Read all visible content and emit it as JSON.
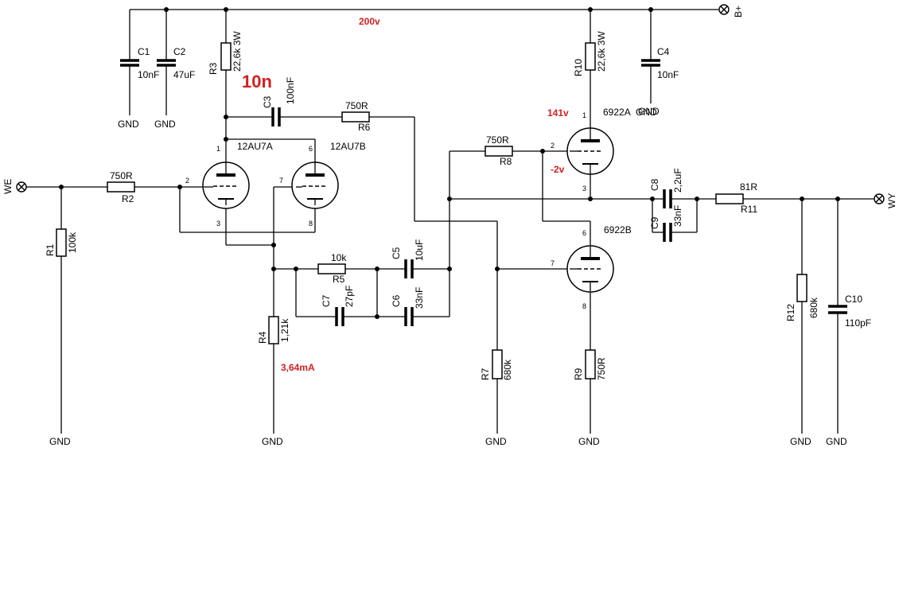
{
  "labels": {
    "supply_voltage": "200v",
    "b_plus": "B+",
    "input": "WE",
    "output": "WY",
    "gnd": "GND",
    "c3_note": "10n",
    "plate_voltage": "141v",
    "grid_voltage": "-2v",
    "cathode_current": "3,64mA"
  },
  "tubes": {
    "v1a": "12AU7A",
    "v1b": "12AU7B",
    "v2a": "6922A",
    "v2b": "6922B"
  },
  "pins": {
    "p1": "1",
    "p2": "2",
    "p3": "3",
    "p6": "6",
    "p7": "7",
    "p8": "8"
  },
  "components": {
    "R1": {
      "ref": "R1",
      "value": "100k"
    },
    "R2": {
      "ref": "R2",
      "value": "750R"
    },
    "R3": {
      "ref": "R3",
      "value": "22,6k 3W"
    },
    "R4": {
      "ref": "R4",
      "value": "1,21k"
    },
    "R5": {
      "ref": "R5",
      "value": "10k"
    },
    "R6": {
      "ref": "R6",
      "value": "750R"
    },
    "R7": {
      "ref": "R7",
      "value": "680k"
    },
    "R8": {
      "ref": "R8",
      "value": "750R"
    },
    "R9": {
      "ref": "R9",
      "value": "750R"
    },
    "R10": {
      "ref": "R10",
      "value": "22,6k 3W"
    },
    "R11": {
      "ref": "R11",
      "value": "81R"
    },
    "R12": {
      "ref": "R12",
      "value": "680k"
    },
    "C1": {
      "ref": "C1",
      "value": "10nF"
    },
    "C2": {
      "ref": "C2",
      "value": "47uF"
    },
    "C3": {
      "ref": "C3",
      "value": "100nF"
    },
    "C4": {
      "ref": "C4",
      "value": "10nF"
    },
    "C5": {
      "ref": "C5",
      "value": "10uF"
    },
    "C6": {
      "ref": "C6",
      "value": "33nF"
    },
    "C7": {
      "ref": "C7",
      "value": "27pF"
    },
    "C8": {
      "ref": "C8",
      "value": "2,2uF"
    },
    "C9": {
      "ref": "C9",
      "value": "33nF"
    },
    "C10": {
      "ref": "C10",
      "value": "110pF"
    }
  }
}
